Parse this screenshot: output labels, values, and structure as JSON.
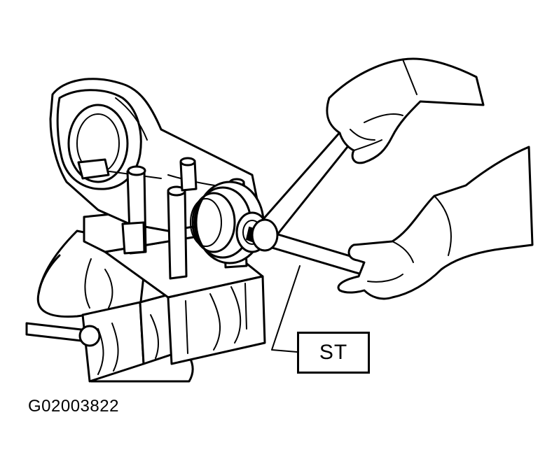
{
  "callout": {
    "label": "ST"
  },
  "figure_id": "G02003822",
  "icons": [
    "housing-drawing",
    "socket-tool",
    "wrench",
    "hand",
    "vise"
  ]
}
